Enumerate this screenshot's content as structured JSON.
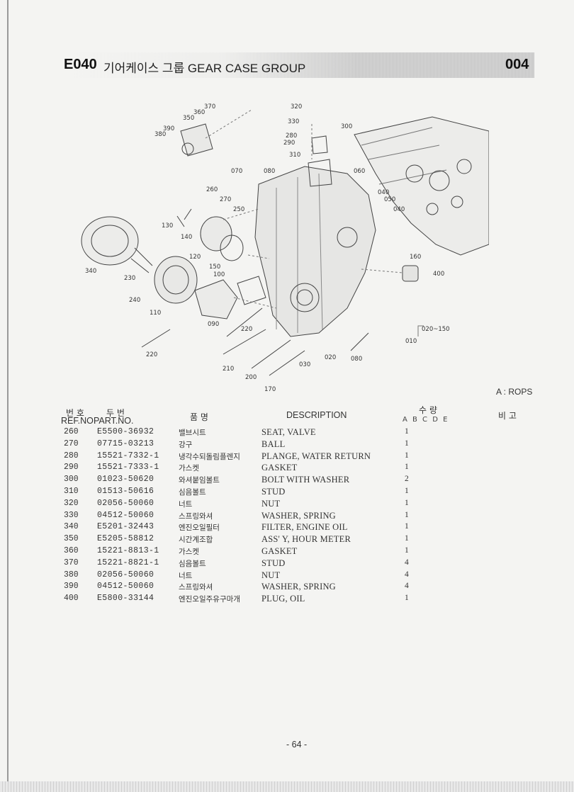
{
  "header": {
    "code": "E040",
    "title": "기어케이스 그룹  GEAR CASE GROUP",
    "page": "004"
  },
  "diagram": {
    "callouts": [
      "370",
      "360",
      "350",
      "390",
      "380",
      "320",
      "330",
      "300",
      "280",
      "290",
      "310",
      "070",
      "080",
      "060",
      "260",
      "270",
      "250",
      "040",
      "050",
      "040",
      "130",
      "140",
      "120",
      "160",
      "150",
      "100",
      "400",
      "340",
      "230",
      "240",
      "110",
      "090",
      "220",
      "020~150",
      "010",
      "220",
      "210",
      "030",
      "020",
      "080",
      "200",
      "170"
    ]
  },
  "legend": {
    "note": "A : ROPS"
  },
  "table": {
    "headers": {
      "ref_kor": "번 호",
      "ref_en": "REF.NO.",
      "part_kor": "두 번",
      "part_en": "PART.NO.",
      "name_kor": "품 명",
      "description": "DESCRIPTION",
      "qty_kor": "수 량",
      "qty_cols": "A B C D E",
      "remarks_kor": "비 고"
    },
    "rows": [
      {
        "ref": "260",
        "part": "E5500-36932",
        "kor": "밸브시트",
        "desc": "SEAT, VALVE",
        "qty": "1"
      },
      {
        "ref": "270",
        "part": "07715-03213",
        "kor": "강구",
        "desc": "BALL",
        "qty": "1"
      },
      {
        "ref": "280",
        "part": "15521-7332-1",
        "kor": "냉각수되돌림플렌지",
        "desc": "PLANGE, WATER RETURN",
        "qty": "1"
      },
      {
        "ref": "290",
        "part": "15521-7333-1",
        "kor": "가스켓",
        "desc": "GASKET",
        "qty": "1"
      },
      {
        "ref": "300",
        "part": "01023-50620",
        "kor": "와셔붙임볼트",
        "desc": "BOLT WITH WASHER",
        "qty": "2"
      },
      {
        "ref": "310",
        "part": "01513-50616",
        "kor": "심음볼트",
        "desc": "STUD",
        "qty": "1"
      },
      {
        "ref": "320",
        "part": "02056-50060",
        "kor": "너트",
        "desc": "NUT",
        "qty": "1"
      },
      {
        "ref": "330",
        "part": "04512-50060",
        "kor": "스프링와셔",
        "desc": "WASHER, SPRING",
        "qty": "1"
      },
      {
        "ref": "340",
        "part": "E5201-32443",
        "kor": "엔진오일필터",
        "desc": "FILTER, ENGINE OIL",
        "qty": "1"
      },
      {
        "ref": "350",
        "part": "E5205-58812",
        "kor": "시간계조합",
        "desc": "ASS' Y, HOUR METER",
        "qty": "1"
      },
      {
        "ref": "360",
        "part": "15221-8813-1",
        "kor": "가스켓",
        "desc": "GASKET",
        "qty": "1"
      },
      {
        "ref": "370",
        "part": "15221-8821-1",
        "kor": "심음볼트",
        "desc": "STUD",
        "qty": "4"
      },
      {
        "ref": "380",
        "part": "02056-50060",
        "kor": "너트",
        "desc": "NUT",
        "qty": "4"
      },
      {
        "ref": "390",
        "part": "04512-50060",
        "kor": "스프링와셔",
        "desc": "WASHER, SPRING",
        "qty": "4"
      },
      {
        "ref": "400",
        "part": "E5800-33144",
        "kor": "엔진오일주유구마개",
        "desc": "PLUG, OIL",
        "qty": "1"
      }
    ]
  },
  "footer": {
    "page_number": "- 64 -"
  }
}
